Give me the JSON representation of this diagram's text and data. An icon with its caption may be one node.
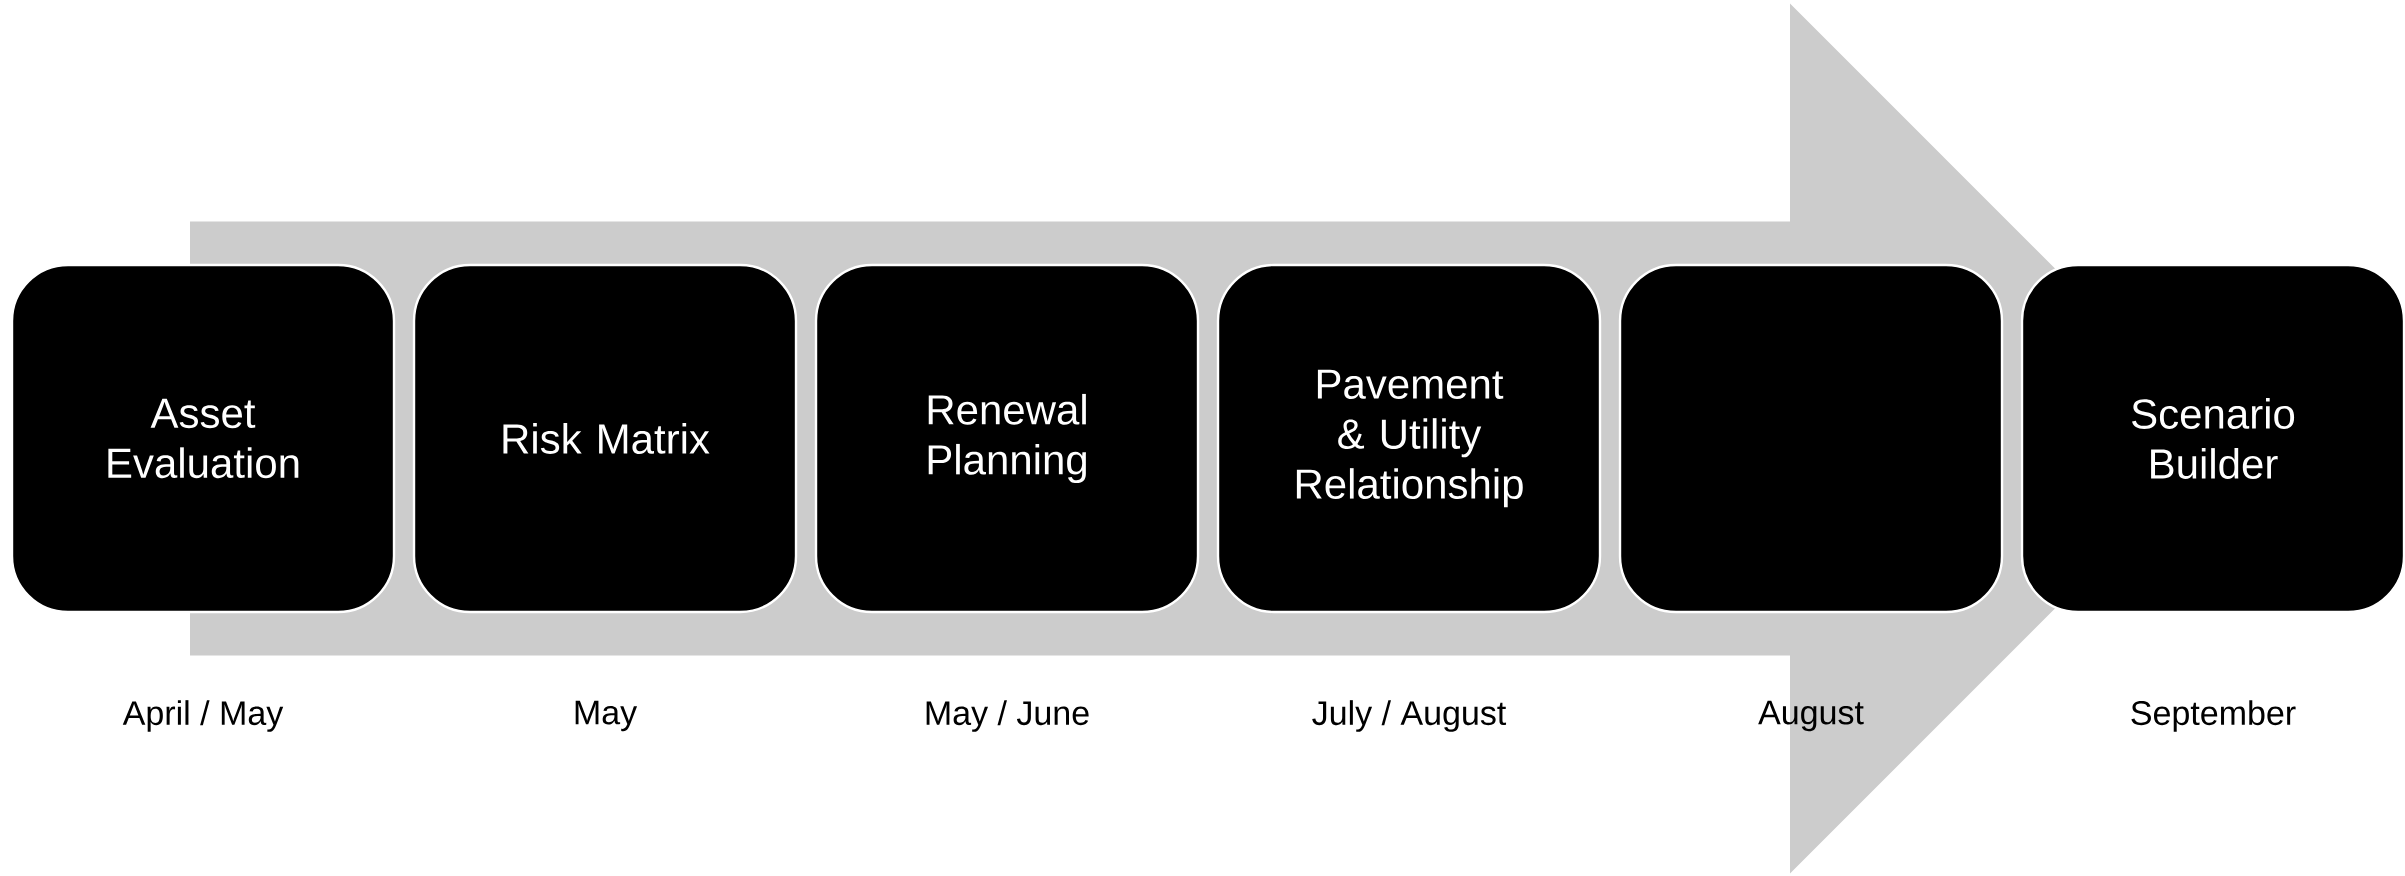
{
  "diagram": {
    "nodes": [
      {
        "text": [
          "Asset Evaluation"
        ],
        "beside": [
          "April / May"
        ]
      },
      {
        "text": [
          "Risk Matrix"
        ],
        "beside": [
          "May"
        ]
      },
      {
        "text": [
          "Renewal Planning"
        ],
        "beside": [
          "May / June"
        ]
      },
      {
        "text": [
          "Pavement & Utility Relationship"
        ],
        "beside": [
          "July / August"
        ]
      },
      {
        "text": [],
        "shape": "box",
        "beside": [
          "August"
        ]
      },
      {
        "text": [
          "Scenario Builder"
        ],
        "beside": [
          "September"
        ]
      }
    ],
    "edges": [
      {
        "from": 0,
        "to": 5,
        "arrow": "to"
      }
    ]
  }
}
